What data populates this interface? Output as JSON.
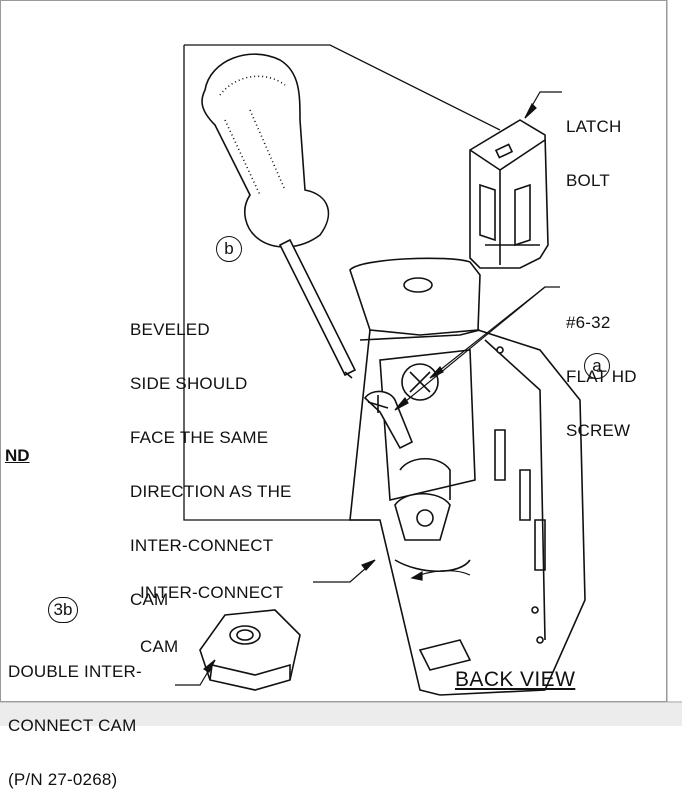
{
  "labels": {
    "latch_bolt": [
      "LATCH",
      "BOLT"
    ],
    "screw": [
      "#6-32",
      "FLAT HD",
      "SCREW"
    ],
    "beveled": [
      "BEVELED",
      "SIDE SHOULD",
      "FACE THE SAME",
      "DIRECTION AS THE",
      "INTER-CONNECT",
      "CAM"
    ],
    "interconnect_cam": [
      "INTER-CONNECT",
      "CAM"
    ],
    "double_cam": [
      "DOUBLE INTER-",
      "CONNECT CAM",
      "(P/N 27-0268)"
    ],
    "back_view": "BACK VIEW",
    "callout_a": "a",
    "callout_b": "b",
    "callout_3b": "3b",
    "cut_edge_text": "ND"
  }
}
